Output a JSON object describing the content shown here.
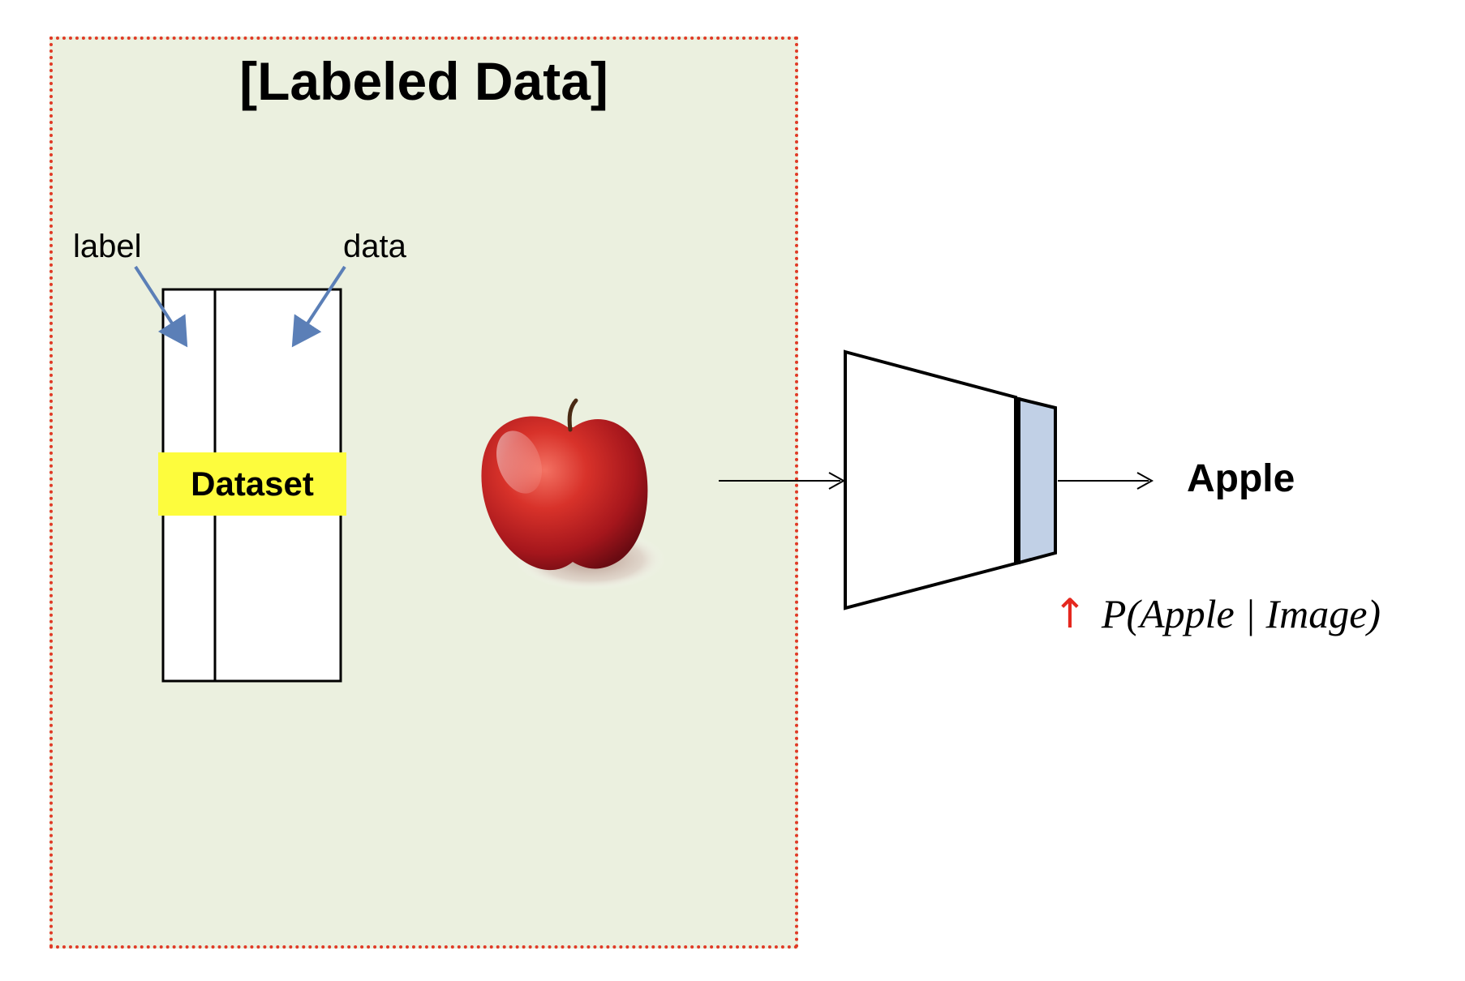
{
  "panel": {
    "title": "[Labeled Data]",
    "border_color": "#e03a26",
    "background_color": "#ebf0df"
  },
  "dataset": {
    "label_text": "label",
    "data_text": "data",
    "badge_text": "Dataset",
    "badge_color": "#fdfc3d",
    "arrow_color": "#5b7fb7"
  },
  "input_image": {
    "icon": "apple-icon"
  },
  "model": {
    "output_layer_color": "#c1d0e6"
  },
  "output": {
    "label": "Apple"
  },
  "formula": {
    "arrow": "↑",
    "arrow_color": "#e5281f",
    "expression": "P(Apple | Image)"
  }
}
